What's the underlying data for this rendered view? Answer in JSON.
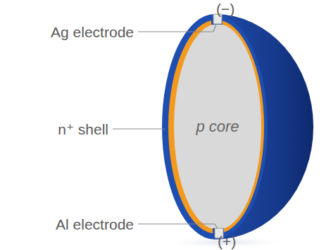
{
  "diagram": {
    "nodes": [
      {
        "text": [
          "p core"
        ]
      }
    ],
    "labels": [
      "Ag electrode",
      "(−)",
      "n⁺ shell",
      "Al electrode",
      "(+)"
    ]
  }
}
